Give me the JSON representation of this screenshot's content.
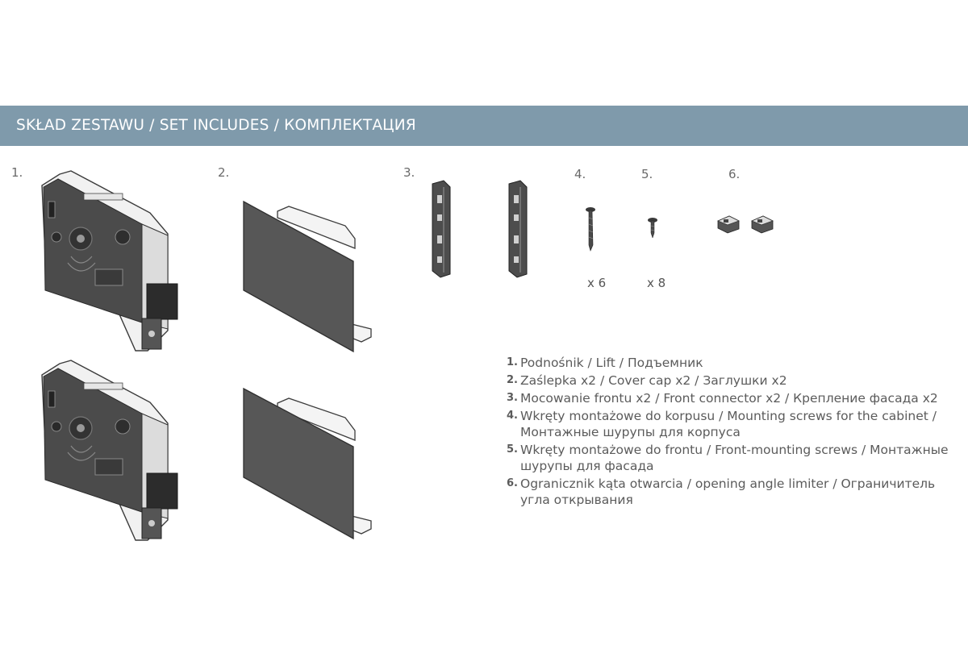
{
  "banner": {
    "title": "SKŁAD ZESTAWU / SET INCLUDES / КОМПЛЕКТАЦИЯ"
  },
  "parts": [
    {
      "number": "1."
    },
    {
      "number": "2."
    },
    {
      "number": "3."
    },
    {
      "number": "4.",
      "quantity": "x 6"
    },
    {
      "number": "5.",
      "quantity": "x 8"
    },
    {
      "number": "6."
    }
  ],
  "legend": [
    {
      "number": "1.",
      "text": "Podnośnik / Lift / Подъемник"
    },
    {
      "number": "2.",
      "text": "Zaślepka x2 / Cover cap x2 / Заглушки x2"
    },
    {
      "number": "3.",
      "text": "Mocowanie frontu x2 / Front connector x2 / Крепление фасада x2"
    },
    {
      "number": "4.",
      "text": "Wkręty montażowe do korpusu / Mounting screws for the cabinet / Монтажные шурупы для корпуса"
    },
    {
      "number": "5.",
      "text": "Wkręty montażowe do frontu / Front-mounting screws / Монтажные шурупы для фасада"
    },
    {
      "number": "6.",
      "text": "Ogranicznik kąta otwarcia / opening angle limiter / Ограничитель угла открывания"
    }
  ],
  "colors": {
    "banner": "#7f9aab",
    "part_dark": "#4a4a4a",
    "part_light": "#f2f2f2"
  }
}
